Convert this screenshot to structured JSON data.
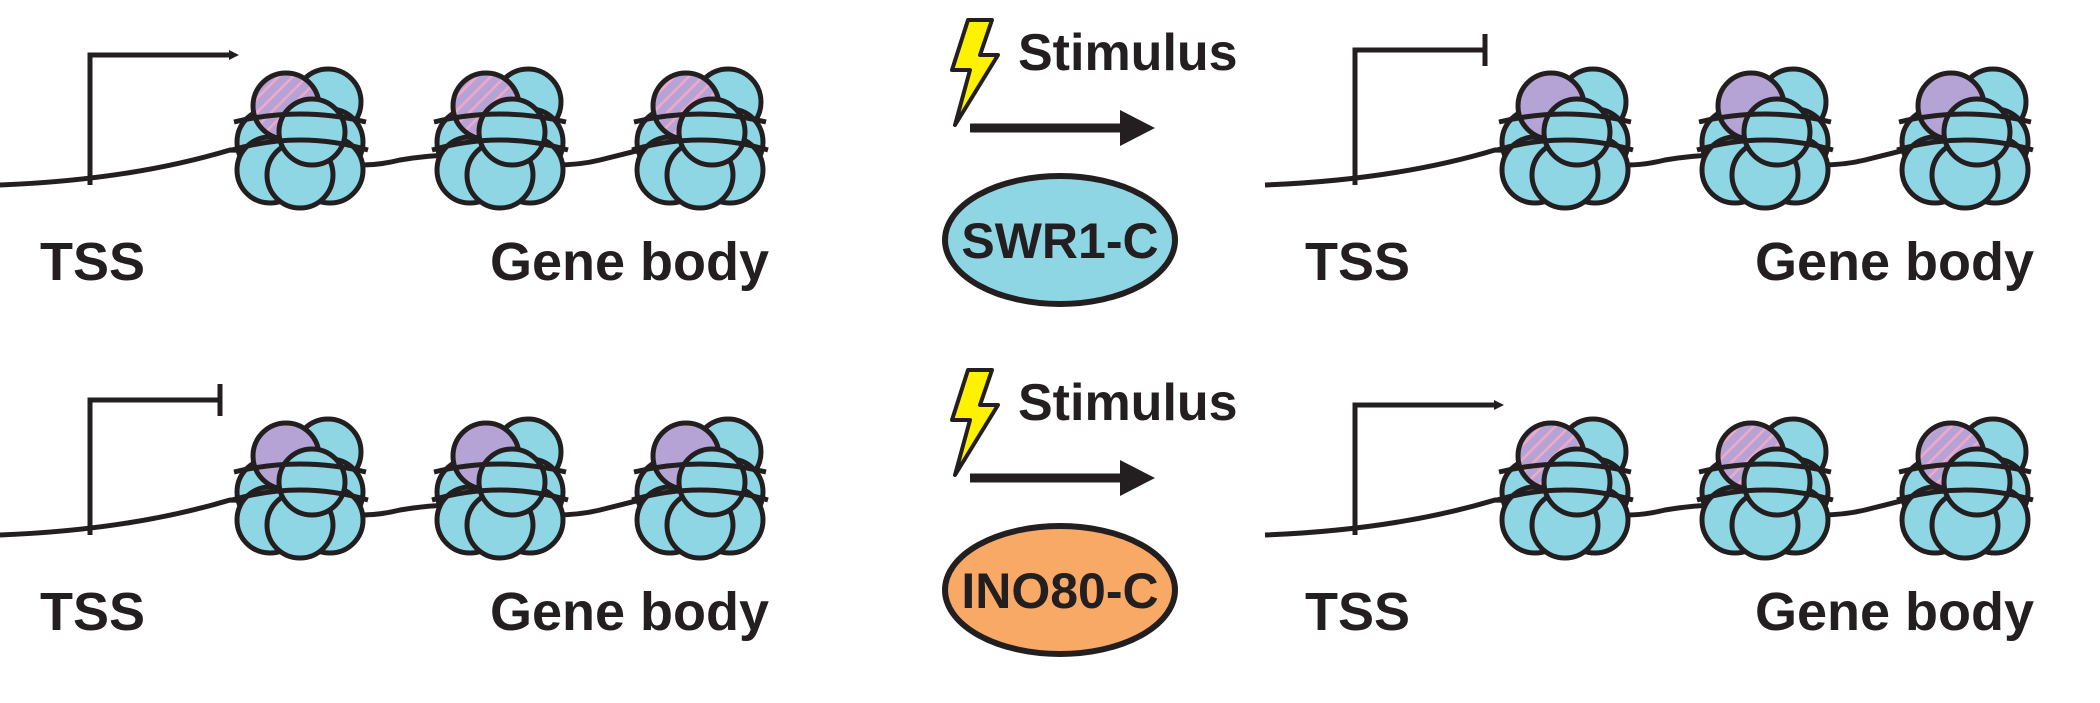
{
  "colors": {
    "histone_core": "#8fd6e4",
    "h2az_variant": "#b6a3d6",
    "hatch": "#f2a7c7",
    "swr1_complex": "#8fd6e4",
    "ino80_complex": "#f7a965",
    "bolt": "#fff200",
    "outline": "#231f20"
  },
  "icons": [
    "lightning-bolt-icon",
    "arrow-right-icon",
    "tss-active-arrow-icon",
    "tss-repressed-bar-icon"
  ],
  "rows": [
    {
      "before": {
        "tss_label": "TSS",
        "gene_body_label": "Gene body",
        "transcription": "active",
        "variant_state": "hatched"
      },
      "transition": {
        "stimulus_label": "Stimulus",
        "complex_label": "SWR1-C",
        "complex_color": "#8fd6e4"
      },
      "after": {
        "tss_label": "TSS",
        "gene_body_label": "Gene body",
        "transcription": "repressed",
        "variant_state": "solid"
      }
    },
    {
      "before": {
        "tss_label": "TSS",
        "gene_body_label": "Gene body",
        "transcription": "repressed",
        "variant_state": "solid"
      },
      "transition": {
        "stimulus_label": "Stimulus",
        "complex_label": "INO80-C",
        "complex_color": "#f7a965"
      },
      "after": {
        "tss_label": "TSS",
        "gene_body_label": "Gene body",
        "transcription": "active",
        "variant_state": "hatched"
      }
    }
  ]
}
